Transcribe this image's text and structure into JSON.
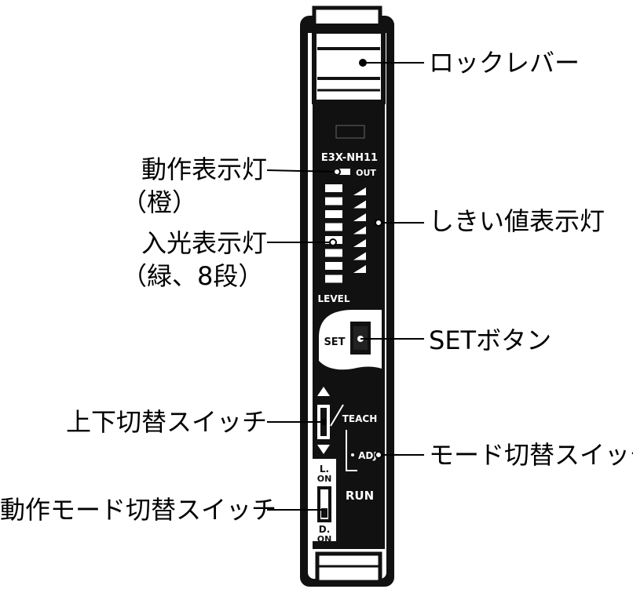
{
  "device": {
    "model": "E3X-NH11",
    "out_mark": "OUT",
    "level_mark": "LEVEL",
    "set_mark": "SET",
    "teach_mark": "TEACH",
    "adj_mark": "ADJ",
    "run_mark": "RUN",
    "l_on_mark": "L.\nON",
    "d_on_mark": "D.\nON"
  },
  "callouts": {
    "lock_lever": "ロックレバー",
    "op_indicator_1": "動作表示灯",
    "op_indicator_2": "（橙）",
    "threshold_indicator": "しきい値表示灯",
    "incident_indicator_1": "入光表示灯",
    "incident_indicator_2": "（緑、8段）",
    "set_button": "SETボタン",
    "updown_switch": "上下切替スイッチ",
    "mode_switch": "モード切替スイッチ",
    "op_mode_switch": "動作モード切替スイッチ"
  }
}
